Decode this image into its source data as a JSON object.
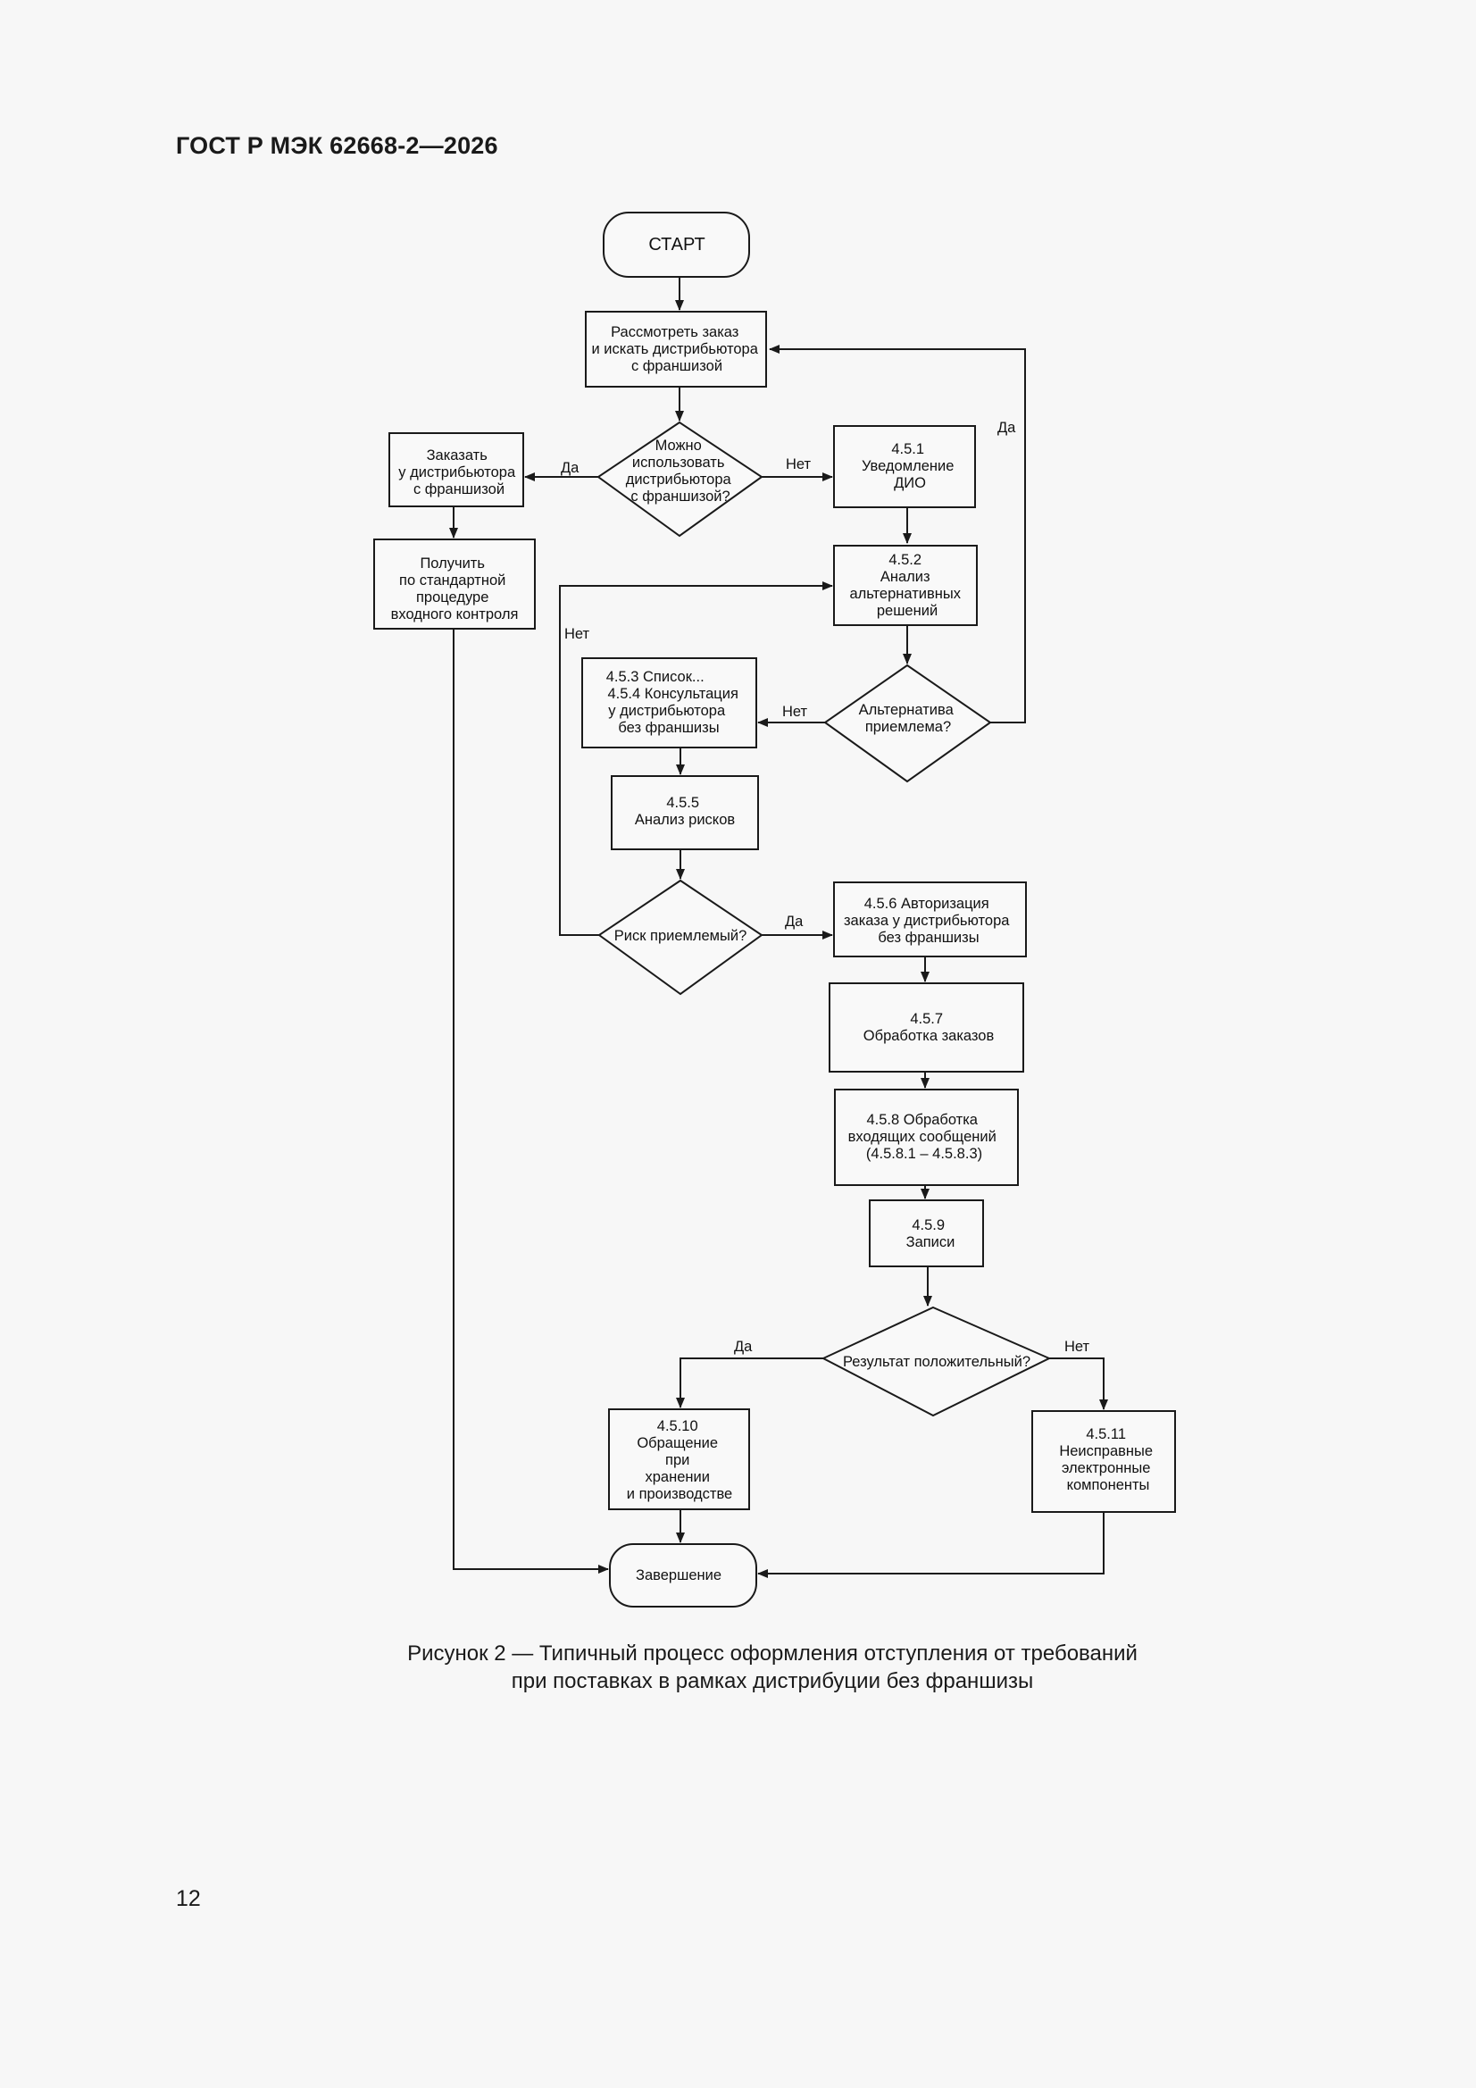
{
  "header": {
    "title": "ГОСТ Р МЭК 62668-2—2026"
  },
  "page_number": "12",
  "caption": {
    "line1": "Рисунок 2 — Типичный процесс оформления отступления от требований",
    "line2": "при поставках в рамках дистрибуции без франшизы"
  },
  "flowchart": {
    "nodes": {
      "start": [
        "СТАРТ"
      ],
      "review": [
        "Рассмотреть заказ",
        "и искать дистрибьютора",
        "с франшизой"
      ],
      "can_use": [
        "Можно",
        "использовать",
        "дистрибьютора",
        "с франшизой?"
      ],
      "order_franchise": [
        "Заказать",
        "у дистрибьютора",
        "с франшизой"
      ],
      "incoming_control": [
        "Получить",
        "по стандартной",
        "процедуре",
        "входного контроля"
      ],
      "n451": [
        "4.5.1",
        "Уведомление",
        "ДИО"
      ],
      "n452": [
        "4.5.2",
        "Анализ",
        "альтернативных",
        "решений"
      ],
      "alt_ok": [
        "Альтернатива",
        "приемлема?"
      ],
      "n453": [
        "4.5.3 Список...",
        "4.5.4 Консультация",
        "у дистрибьютора",
        "без франшизы"
      ],
      "n455": [
        "4.5.5",
        "Анализ рисков"
      ],
      "risk_ok": [
        "Риск приемлемый?"
      ],
      "n456": [
        "4.5.6 Авторизация",
        "заказа у дистрибьютора",
        "без франшизы"
      ],
      "n457": [
        "4.5.7",
        "Обработка заказов"
      ],
      "n458": [
        "4.5.8 Обработка",
        "входящих сообщений",
        "(4.5.8.1 – 4.5.8.3)"
      ],
      "n459": [
        "4.5.9",
        "Записи"
      ],
      "result_ok": [
        "Результат положительный?"
      ],
      "n4510": [
        "4.5.10",
        "Обращение",
        "при",
        "хранении",
        "и производстве"
      ],
      "n4511": [
        "4.5.11",
        "Неисправные",
        "электронные",
        "компоненты"
      ],
      "end": [
        "Завершение"
      ]
    },
    "edge_labels": {
      "can_use_yes": "Да",
      "can_use_no": "Нет",
      "alt_yes": "Да",
      "alt_no": "Нет",
      "risk_yes": "Да",
      "risk_no": "Нет",
      "result_yes": "Да",
      "result_no": "Нет"
    }
  }
}
